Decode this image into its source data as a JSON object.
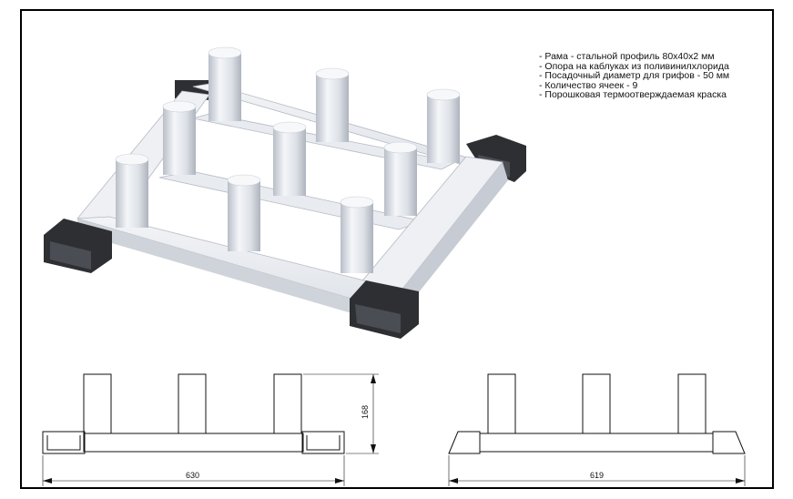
{
  "specs": [
    "- Рама - стальной профиль 80х40х2 мм",
    "- Опора на каблуках из поливинилхлорида",
    "- Посадочный диаметр для грифов - 50 мм",
    "- Количество ячеек - 9",
    "- Порошковая термоотверждаемая краска"
  ],
  "dimensions": {
    "front_width": "630",
    "height": "168",
    "side_width": "619"
  },
  "colors": {
    "frame": "#e6e9ee",
    "frame_shade": "#c7cbd3",
    "foot": "#2d2f33",
    "line": "#111111"
  }
}
